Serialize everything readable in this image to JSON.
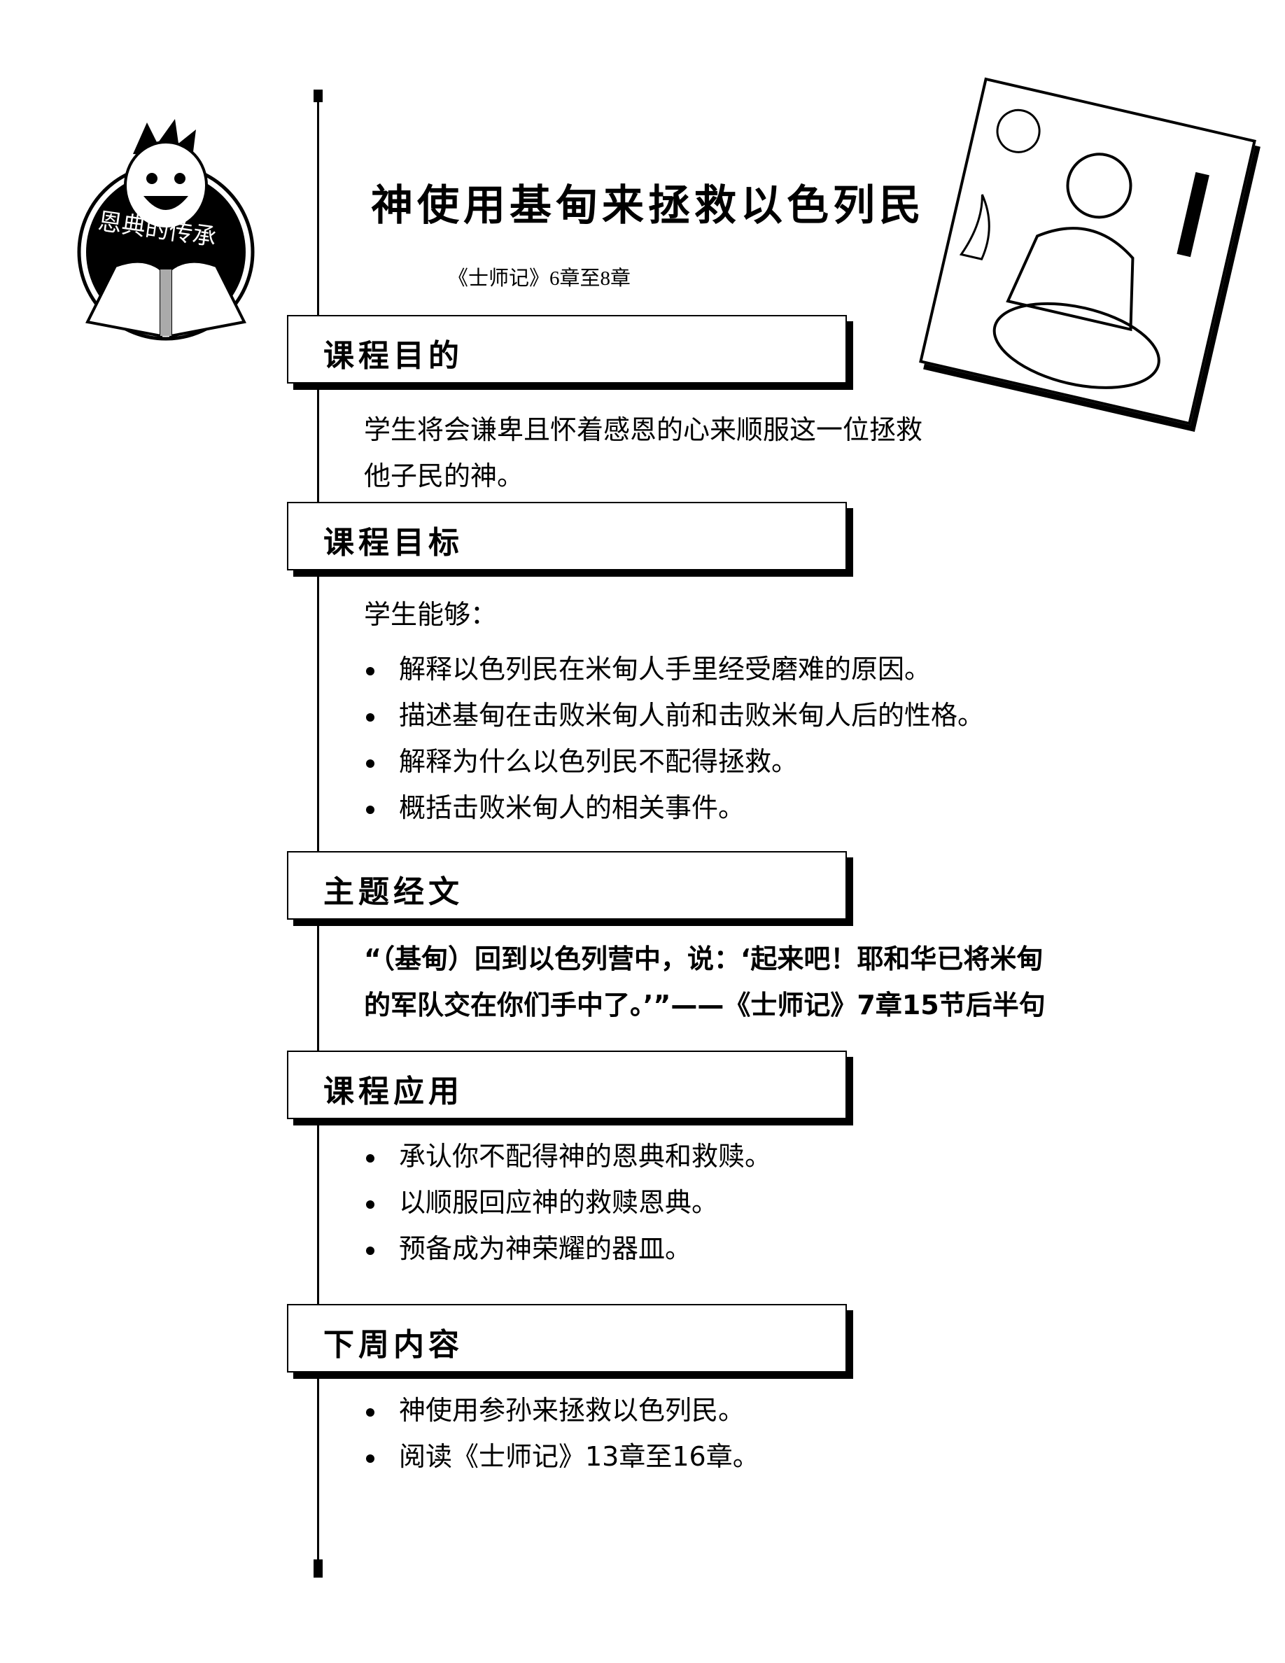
{
  "logo": {
    "text": "恩典的传承"
  },
  "header": {
    "title": "神使用基甸来拯救以色列民",
    "scripture": "《士师记》6章至8章"
  },
  "sections": {
    "aim": {
      "heading": "课程目的",
      "lines": [
        "学生将会谦卑且怀着感恩的心来顺服这一位拯救",
        "他子民的神。"
      ]
    },
    "objectives": {
      "heading": "课程目标",
      "intro": "学生能够：",
      "items": [
        "解释以色列民在米甸人手里经受磨难的原因。",
        "描述基甸在击败米甸人前和击败米甸人后的性格。",
        "解释为什么以色列民不配得拯救。",
        "概括击败米甸人的相关事件。"
      ]
    },
    "key_verse": {
      "heading": "主题经文",
      "lines": [
        "“（基甸）回到以色列营中，说：‘起来吧！耶和华已将米甸",
        "的军队交在你们手中了。’”——《士师记》7章15节后半句"
      ]
    },
    "application": {
      "heading": "课程应用",
      "items": [
        "承认你不配得神的恩典和救赎。",
        "以顺服回应神的救赎恩典。",
        "预备成为神荣耀的器皿。"
      ]
    },
    "next_week": {
      "heading": "下周内容",
      "items": [
        "神使用参孙来拯救以色列民。",
        "阅读《士师记》13章至16章。"
      ]
    }
  }
}
